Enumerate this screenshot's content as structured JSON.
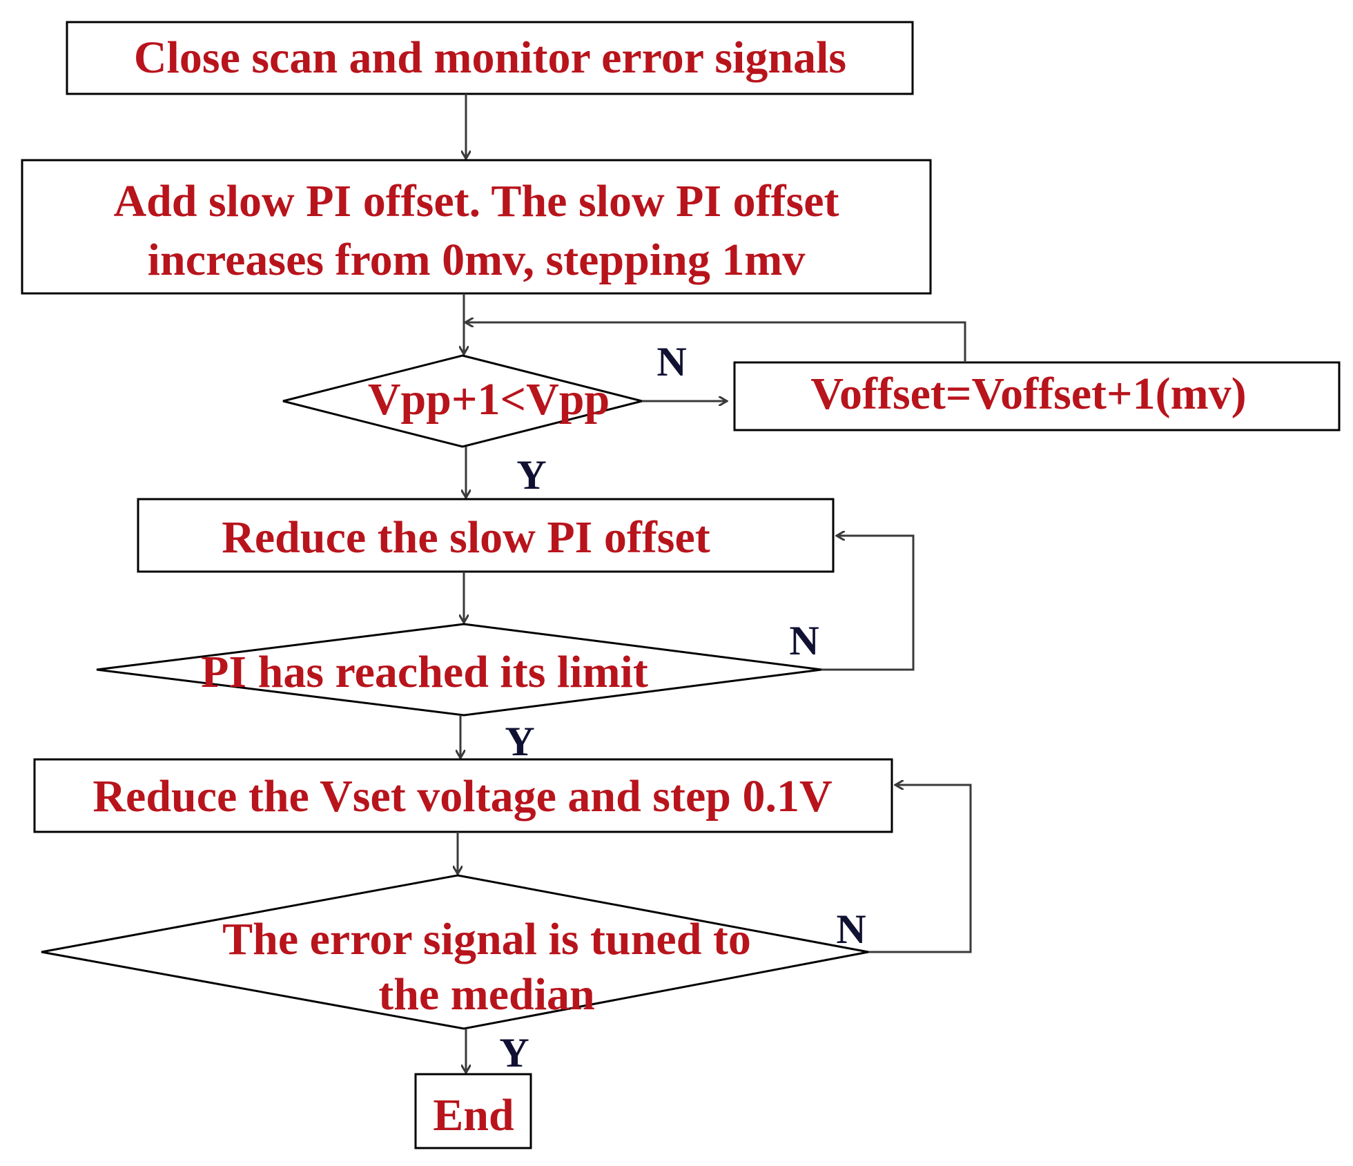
{
  "diagram": {
    "colors": {
      "text": "#b8141c",
      "branch_text": "#111133",
      "stroke": "#000000"
    },
    "nodes": {
      "close_scan": "Close scan and monitor error signals",
      "add_offset_line1": "Add slow PI offset. The slow PI offset",
      "add_offset_line2": "increases from 0mv, stepping 1mv",
      "vpp_check": "Vpp+1<Vpp",
      "voffset_step": "Voffset=Voffset+1(mv)",
      "reduce_offset": "Reduce the slow PI offset",
      "pi_limit_check": "PI has reached its limit",
      "reduce_vset": "Reduce the Vset voltage and step 0.1V",
      "median_check_line1": "The error signal is tuned to",
      "median_check_line2": "the median",
      "end": "End"
    },
    "branches": {
      "vpp_no": "N",
      "vpp_yes": "Y",
      "limit_no": "N",
      "limit_yes": "Y",
      "median_no": "N",
      "median_yes": "Y"
    }
  }
}
